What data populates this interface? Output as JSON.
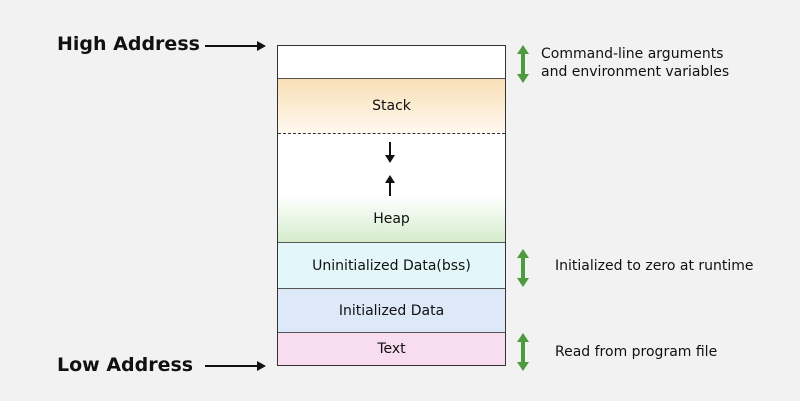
{
  "labels": {
    "high_address": "High Address",
    "low_address": "Low Address"
  },
  "segments": {
    "stack": "Stack",
    "heap": "Heap",
    "bss": "Uninitialized Data(bss)",
    "initialized_data": "Initialized Data",
    "text": "Text"
  },
  "notes": {
    "args_line1": "Command-line arguments",
    "args_line2": "and environment variables",
    "bss": "Initialized to zero at runtime",
    "text": "Read from program file"
  },
  "colors": {
    "annotation_arrow": "#4e9a3e",
    "stack": "#f9dfb6",
    "heap": "#d3eccb",
    "bss": "#e3f7fb",
    "initialized_data": "#dde8f9",
    "text": "#f8dcf0"
  },
  "icons": {
    "pointer": "arrow-right-icon",
    "stack_growth": "arrow-down-icon",
    "heap_growth": "arrow-up-icon",
    "annotation": "double-arrow-vertical-icon"
  }
}
